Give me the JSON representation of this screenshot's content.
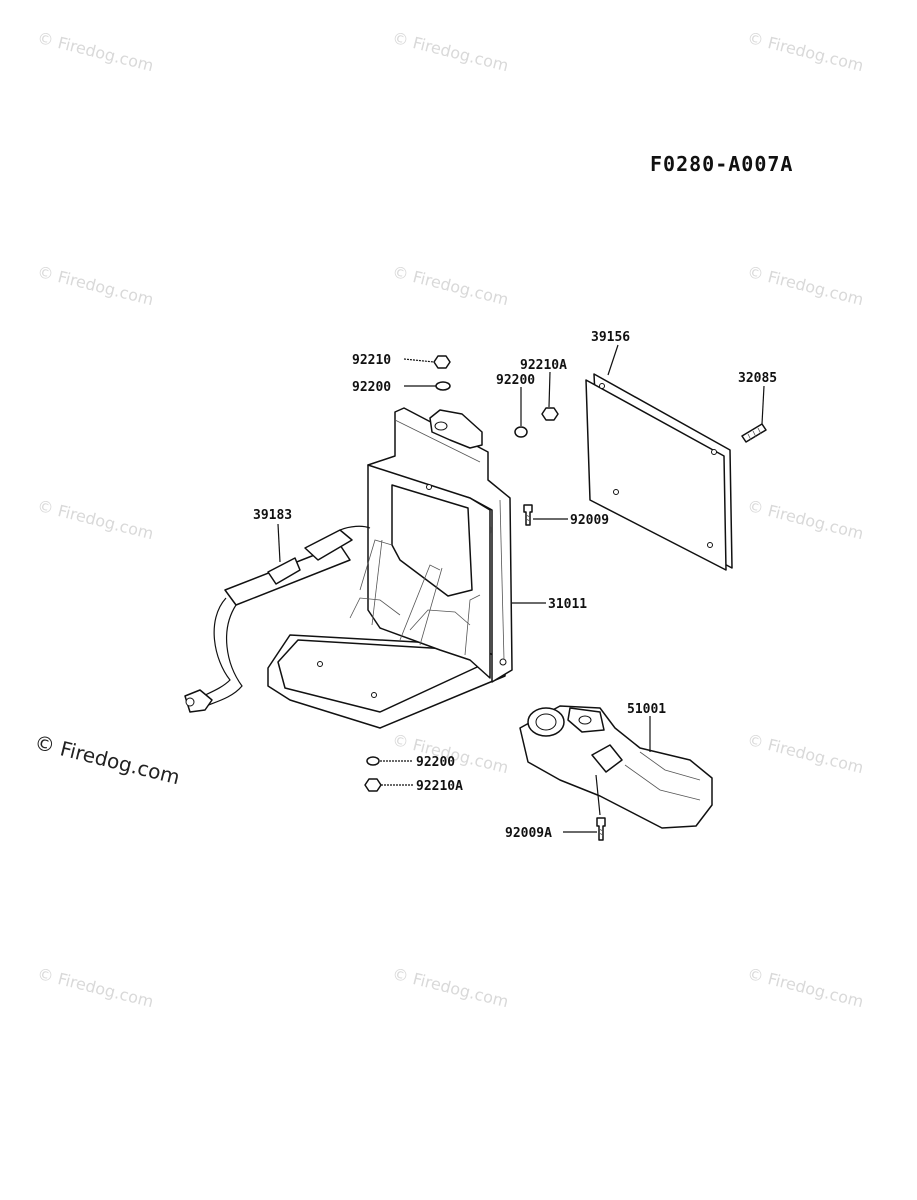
{
  "diagram": {
    "code": "F0280-A007A",
    "watermark": "© Firedog.com",
    "parts": [
      {
        "id": "pn-39156",
        "label": "39156"
      },
      {
        "id": "pn-32085",
        "label": "32085"
      },
      {
        "id": "pn-92210-top",
        "label": "92210"
      },
      {
        "id": "pn-92200-top",
        "label": "92200"
      },
      {
        "id": "pn-92210A-top",
        "label": "92210A"
      },
      {
        "id": "pn-92200-right",
        "label": "92200"
      },
      {
        "id": "pn-92009",
        "label": "92009"
      },
      {
        "id": "pn-39183",
        "label": "39183"
      },
      {
        "id": "pn-31011",
        "label": "31011"
      },
      {
        "id": "pn-51001",
        "label": "51001"
      },
      {
        "id": "pn-92200-bottom",
        "label": "92200"
      },
      {
        "id": "pn-92210A-bottom",
        "label": "92210A"
      },
      {
        "id": "pn-92009A",
        "label": "92009A"
      }
    ]
  }
}
